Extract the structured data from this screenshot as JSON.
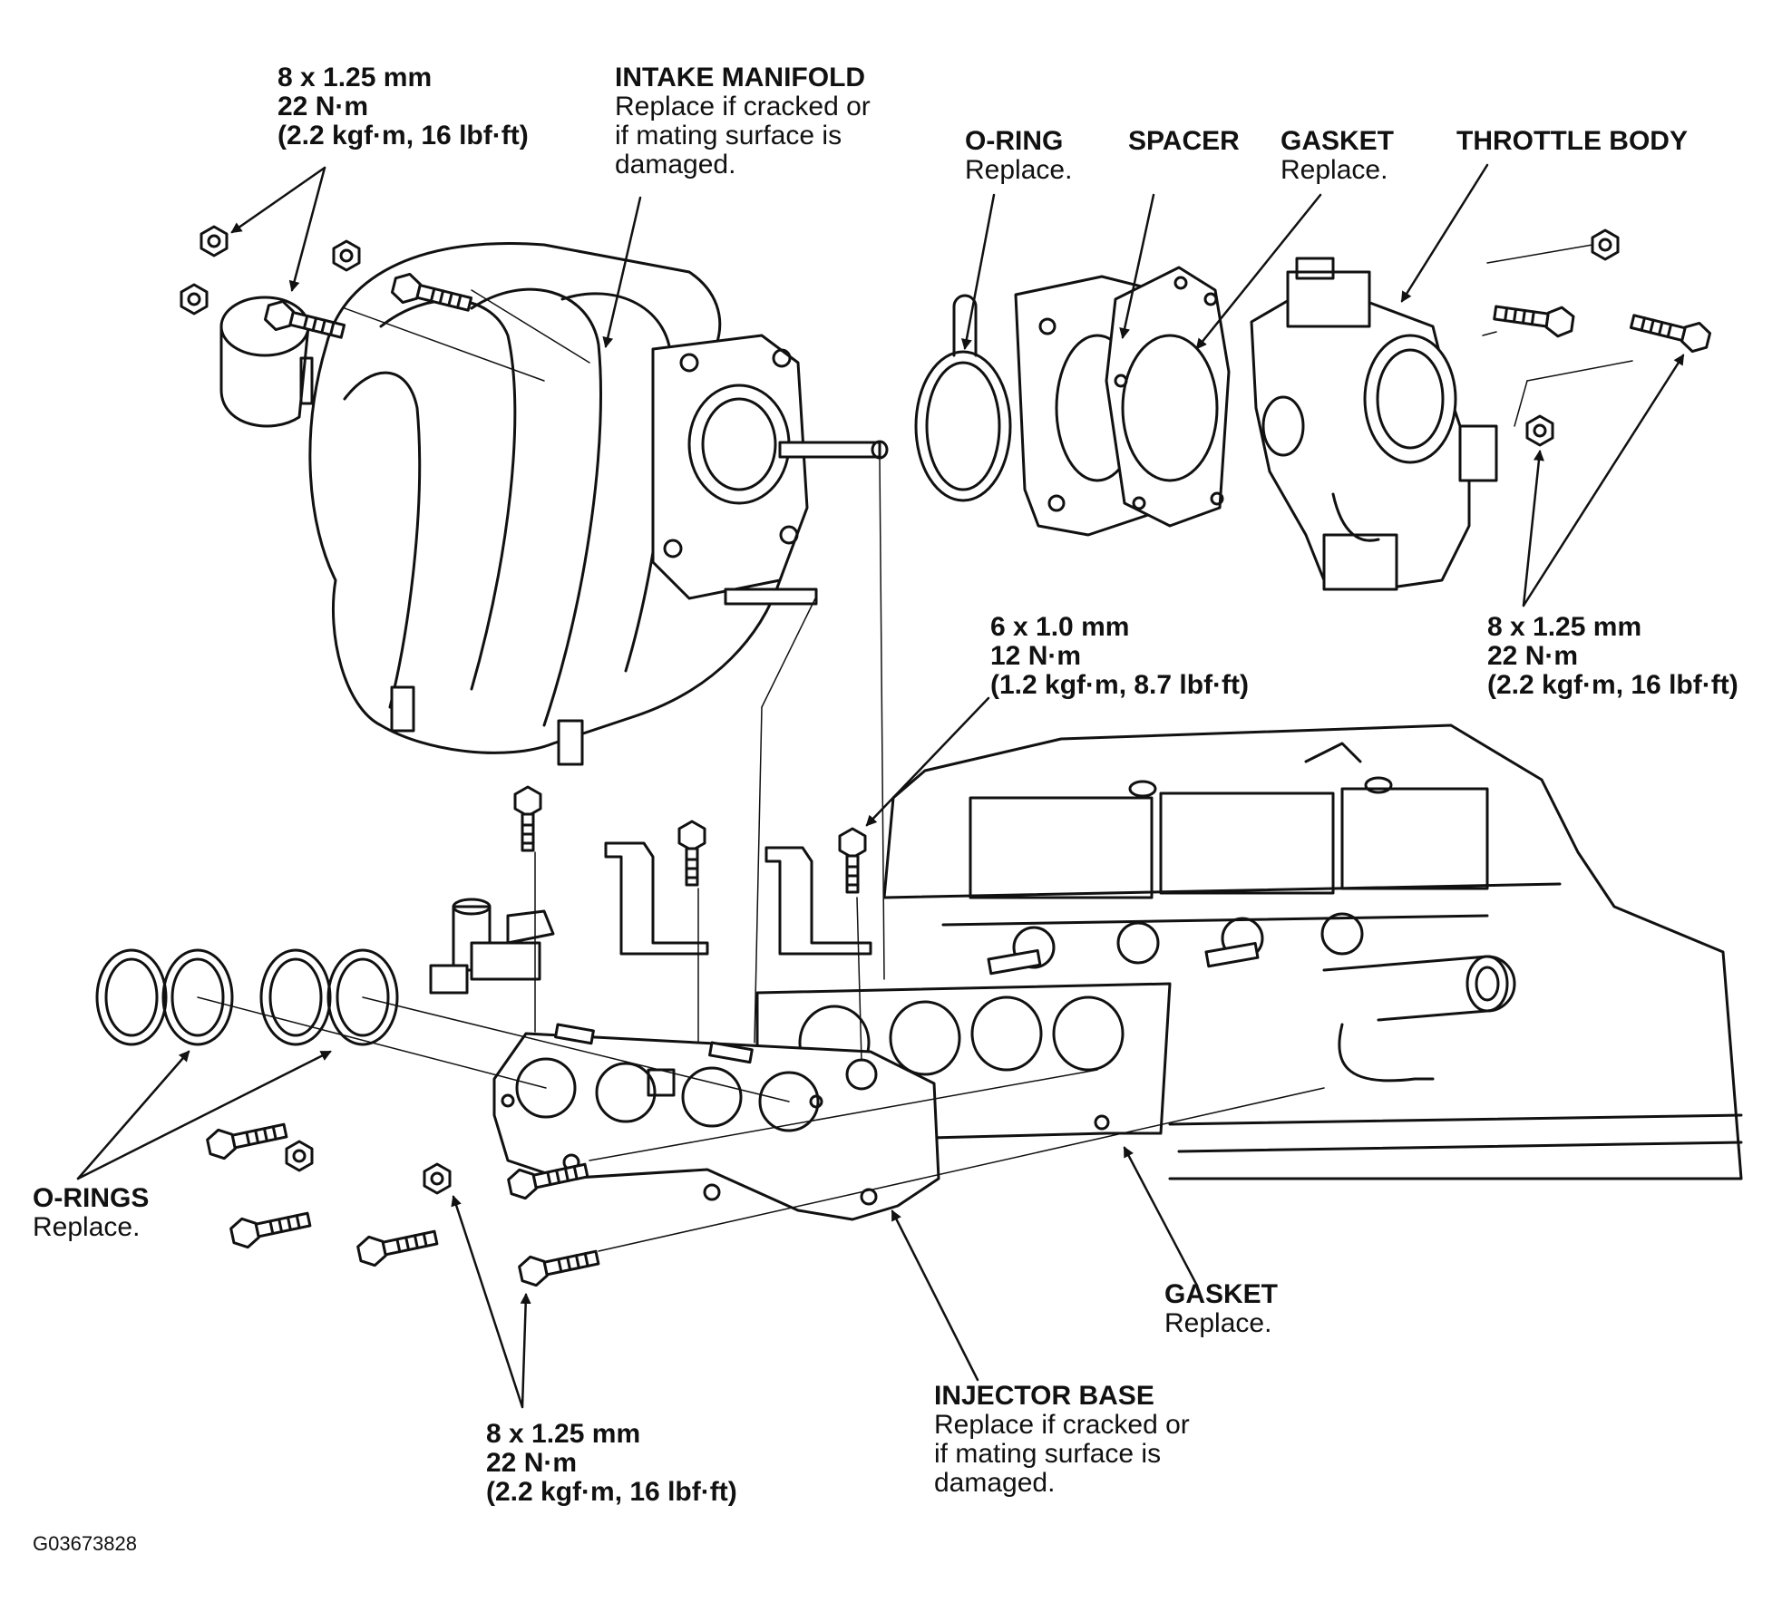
{
  "labels": {
    "bolt_top_left": {
      "lines": [
        "8 x 1.25 mm",
        "22 N·m",
        "(2.2 kgf·m, 16 lbf·ft)"
      ]
    },
    "intake_manifold": {
      "title": "INTAKE MANIFOLD",
      "note": [
        "Replace if cracked or",
        "if mating surface is",
        "damaged."
      ]
    },
    "o_ring": {
      "title": "O-RING",
      "note": [
        "Replace."
      ]
    },
    "spacer": {
      "title": "SPACER"
    },
    "gasket_top": {
      "title": "GASKET",
      "note": [
        "Replace."
      ]
    },
    "throttle_body": {
      "title": "THROTTLE BODY"
    },
    "bolt_right": {
      "lines": [
        "8 x 1.25 mm",
        "22 N·m",
        "(2.2 kgf·m, 16 lbf·ft)"
      ]
    },
    "bolt_mid": {
      "lines": [
        "6 x 1.0 mm",
        "12 N·m",
        "(1.2 kgf·m, 8.7 lbf·ft)"
      ]
    },
    "o_rings": {
      "title": "O-RINGS",
      "note": [
        "Replace."
      ]
    },
    "gasket_bottom": {
      "title": "GASKET",
      "note": [
        "Replace."
      ]
    },
    "injector_base": {
      "title": "INJECTOR BASE",
      "note": [
        "Replace if cracked or",
        "if mating surface is",
        "damaged."
      ]
    },
    "bolt_bottom": {
      "lines": [
        "8 x 1.25 mm",
        "22 N·m",
        "(2.2 kgf·m, 16 lbf·ft)"
      ]
    }
  },
  "figure_code": "G03673828",
  "colors": {
    "ink": "#111111",
    "paper": "#ffffff"
  }
}
